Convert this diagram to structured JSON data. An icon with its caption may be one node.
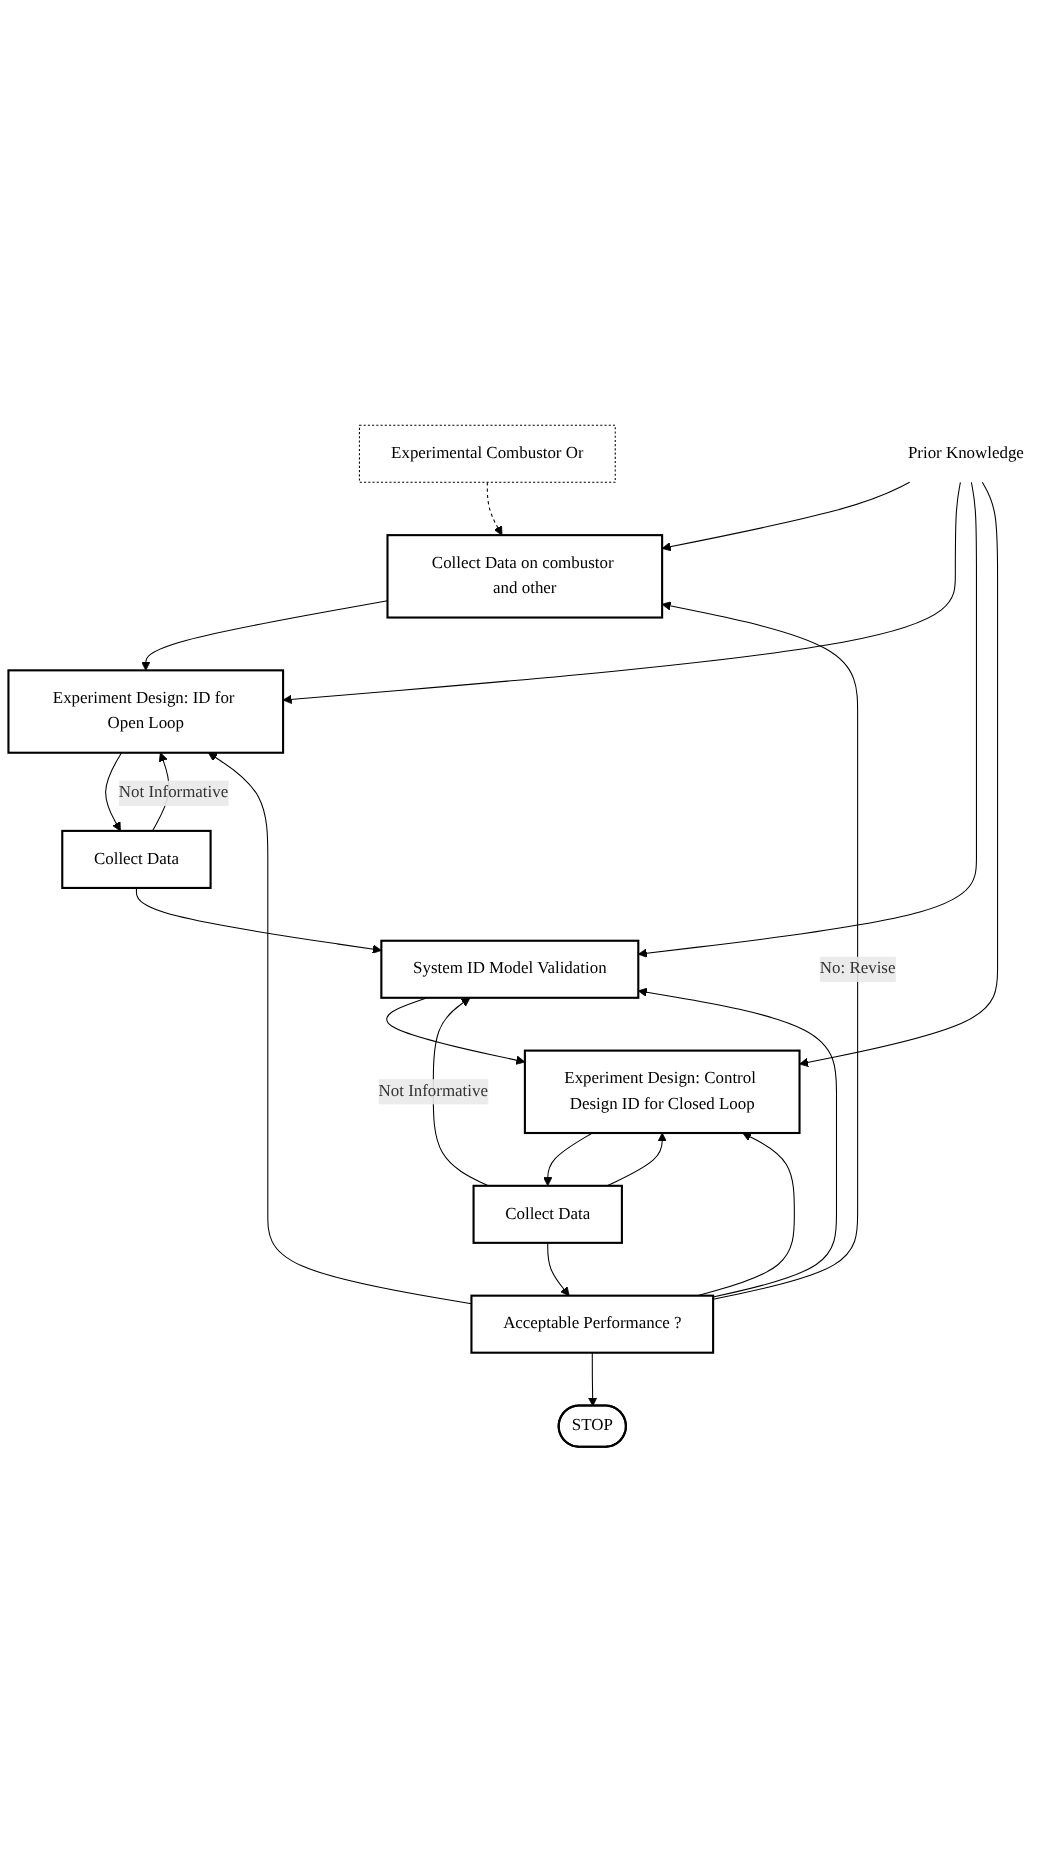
{
  "diagram": {
    "nodes": [
      {
        "text": [
          "Experimental Combustor Or"
        ]
      },
      {
        "text": [
          "Collect Data on combustor and other"
        ]
      },
      {
        "text": [
          "Experiment Design: ID for Open Loop"
        ]
      },
      {
        "text": [
          "Collect Data"
        ]
      },
      {
        "text": [
          "System ID Model Validation"
        ]
      },
      {
        "text": [
          "Experiment Design: Control Design ID for Closed Loop"
        ]
      },
      {
        "text": [
          "Collect Data"
        ]
      },
      {
        "text": [
          "Acceptable Performance ?"
        ]
      },
      {
        "text": [
          "STOP"
        ]
      },
      {
        "text": [
          "Prior Knowledge"
        ]
      }
    ],
    "edges": [
      {
        "from": 0,
        "to": 1,
        "arrow": "to",
        "style": "dashed"
      },
      {
        "from": 1,
        "to": 2,
        "arrow": "to"
      },
      {
        "from": 2,
        "to": 3,
        "arrow": "to"
      },
      {
        "from": 3,
        "to": 2,
        "arrow": "to",
        "label": "Not Informative"
      },
      {
        "from": 3,
        "to": 4,
        "arrow": "to"
      },
      {
        "from": 4,
        "to": 5,
        "arrow": "to"
      },
      {
        "from": 5,
        "to": 6,
        "arrow": "to"
      },
      {
        "from": 6,
        "to": 4,
        "arrow": "to",
        "label": "Not Informative"
      },
      {
        "from": 6,
        "to": 5,
        "arrow": "to"
      },
      {
        "from": 6,
        "to": 7,
        "arrow": "to"
      },
      {
        "from": 7,
        "to": 8,
        "arrow": "to"
      },
      {
        "from": 9,
        "to": 1,
        "arrow": "to"
      },
      {
        "from": 9,
        "to": 2,
        "arrow": "to"
      },
      {
        "from": 9,
        "to": 4,
        "arrow": "to"
      },
      {
        "from": 9,
        "to": 5,
        "arrow": "to"
      },
      {
        "from": 7,
        "to": 1,
        "arrow": "to",
        "label": "No: Revise"
      },
      {
        "from": 7,
        "to": 2,
        "arrow": "to"
      },
      {
        "from": 7,
        "to": 4,
        "arrow": "to"
      },
      {
        "from": 7,
        "to": 5,
        "arrow": "to"
      }
    ]
  }
}
